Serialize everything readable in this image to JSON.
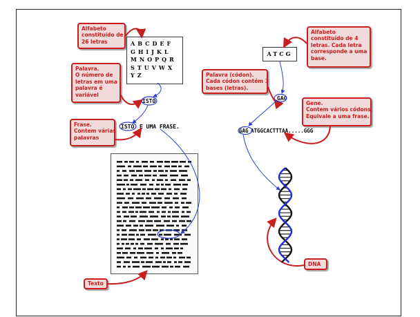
{
  "colors": {
    "callout_border": "#c81e1e",
    "callout_fill": "#f2dada",
    "arrow_red": "#c81e1e",
    "arrow_blue": "#2a3fd6",
    "dna_blue": "#1f2bd8"
  },
  "left": {
    "callout_alphabet": [
      "Alfabeto",
      "constituído de",
      "26 letras"
    ],
    "alphabet_rows": [
      "ABCDEF",
      "GHIJKL",
      "MNOPQR",
      "STUVWX",
      "YZ"
    ],
    "callout_word": [
      "Palavra.",
      "O número de",
      "letras em uma",
      "palavra é",
      "variável"
    ],
    "word": "ISTO",
    "callout_sentence": [
      "Frase.",
      "Contem várias",
      "palavras"
    ],
    "sentence_word": "ISTO",
    "sentence_rest": "E UMA FRASE.",
    "callout_text": "Texto"
  },
  "right": {
    "callout_alphabet": [
      "Alfabeto",
      "constituído de 4",
      "letras. Cada letra",
      "corresponde a uma",
      "base."
    ],
    "bases": "ATCG",
    "callout_codon": [
      "Palavra (códon).",
      "Cada códon contém 3",
      "bases (letras)."
    ],
    "codon": "GAG",
    "callout_gene": [
      "Gene.",
      "Contem vários códons.",
      "Equivale a uma frase."
    ],
    "gene_codon": "GAG",
    "gene_rest": "ATGGCACTTTAA.....GGG",
    "callout_dna": "DNA"
  },
  "icons": [
    "dna-helix-icon",
    "text-page-icon"
  ]
}
